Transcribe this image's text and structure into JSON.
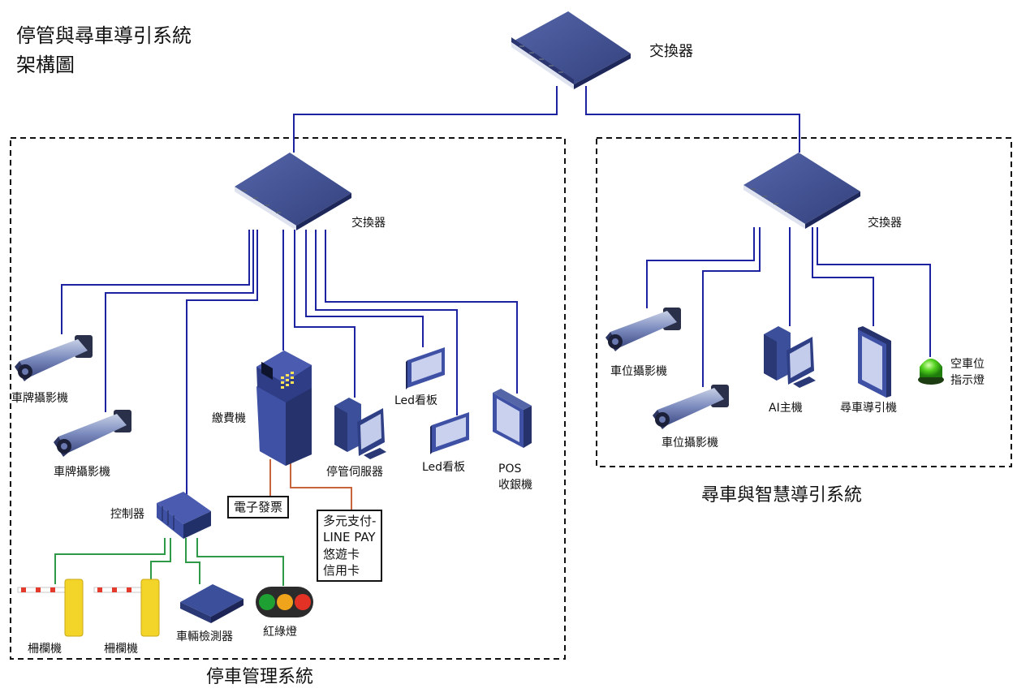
{
  "title_line1": "停管與尋車導引系統",
  "title_line2": "架構圖",
  "main_switch": "交換器",
  "parking_system": {
    "name": "停車管理系統",
    "switch": "交換器",
    "lpr_camera_1": "車牌攝影機",
    "lpr_camera_2": "車牌攝影機",
    "payment_kiosk": "繳費機",
    "server": "停管伺服器",
    "led_board_1": "Led看板",
    "led_board_2": "Led看板",
    "pos_line1": "POS",
    "pos_line2": "收銀機",
    "controller": "控制器",
    "e_invoice": "電子發票",
    "payments": [
      "多元支付-",
      "LINE PAY",
      "悠遊卡",
      "信用卡"
    ],
    "barrier_1": "柵欄機",
    "barrier_2": "柵欄機",
    "vehicle_detector": "車輛檢測器",
    "traffic_light": "紅綠燈"
  },
  "guidance_system": {
    "name": "尋車與智慧導引系統",
    "switch": "交換器",
    "space_camera_1": "車位攝影機",
    "space_camera_2": "車位攝影機",
    "ai_host": "AI主機",
    "guide_kiosk": "尋車導引機",
    "indicator_line1": "空車位",
    "indicator_line2": "指示燈"
  },
  "colors": {
    "network_line": "#1c22a0",
    "control_line": "#2e9a48",
    "payment_line": "#c8643c",
    "device_blue": "#3b4f9a",
    "barrier_yellow": "#f3d52a"
  }
}
